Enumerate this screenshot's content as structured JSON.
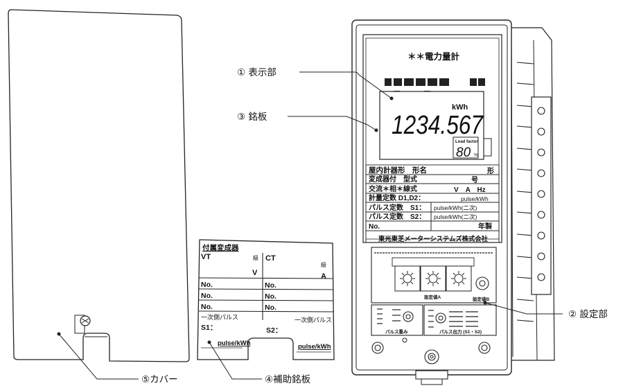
{
  "callouts": {
    "display": "① 表示部",
    "nameplate": "③ 銘板",
    "setting": "② 設定部",
    "cover": "⑤カバー",
    "aux_plate": "④補助銘板"
  },
  "meter": {
    "title": "＊＊電力量計",
    "unit": "kWh",
    "reading": "1234.567",
    "load_factor_label": "Load factor",
    "load_factor_value": "80",
    "load_factor_unit": "%",
    "plate_lines": [
      "屋内計器形　形名",
      "変成器付　型式",
      "交流＊相＊線式",
      "計量定数 D1,D2：",
      "パルス定数　S1：",
      "パルス定数　S2：",
      "No."
    ],
    "plate_right": {
      "kata": "形",
      "gou": "号",
      "vah": "V　A　Hz",
      "pulse1": "pulse/kWh",
      "pulse2": "pulse/kWh(二次)",
      "pulse3": "pulse/kWh(二次)",
      "year": "年製"
    },
    "maker": "東光東芝メーターシステムズ株式会社",
    "set_a_label": "設定値A",
    "set_b_label": "設定値B",
    "pulse_out_label": "パルス出力 (S1・S2)",
    "pulse_in_label": "パルス重み"
  },
  "aux_plate": {
    "title": "付属変成器",
    "vt": "VT",
    "ct": "CT",
    "grade": "級",
    "v": "V",
    "a": "A",
    "no": "No.",
    "pulse_label": "一次側パルス",
    "s1": "S1：",
    "s2": "S2：",
    "pulse_unit": "pulse/kWh"
  }
}
